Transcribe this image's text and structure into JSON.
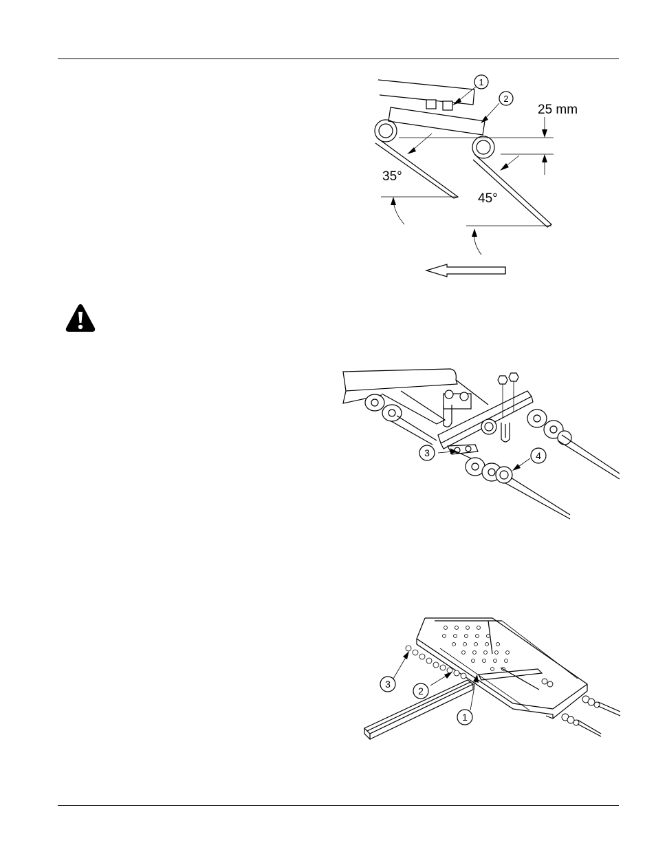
{
  "figure1": {
    "callouts": [
      "1",
      "2"
    ],
    "dimension": "25  mm",
    "angle_left": "35°",
    "angle_right": "45°"
  },
  "warning": {
    "icon": "warning-triangle-icon"
  },
  "figure2": {
    "callouts": [
      "3",
      "4"
    ]
  },
  "figure3": {
    "callouts": [
      "3",
      "2",
      "1"
    ]
  }
}
